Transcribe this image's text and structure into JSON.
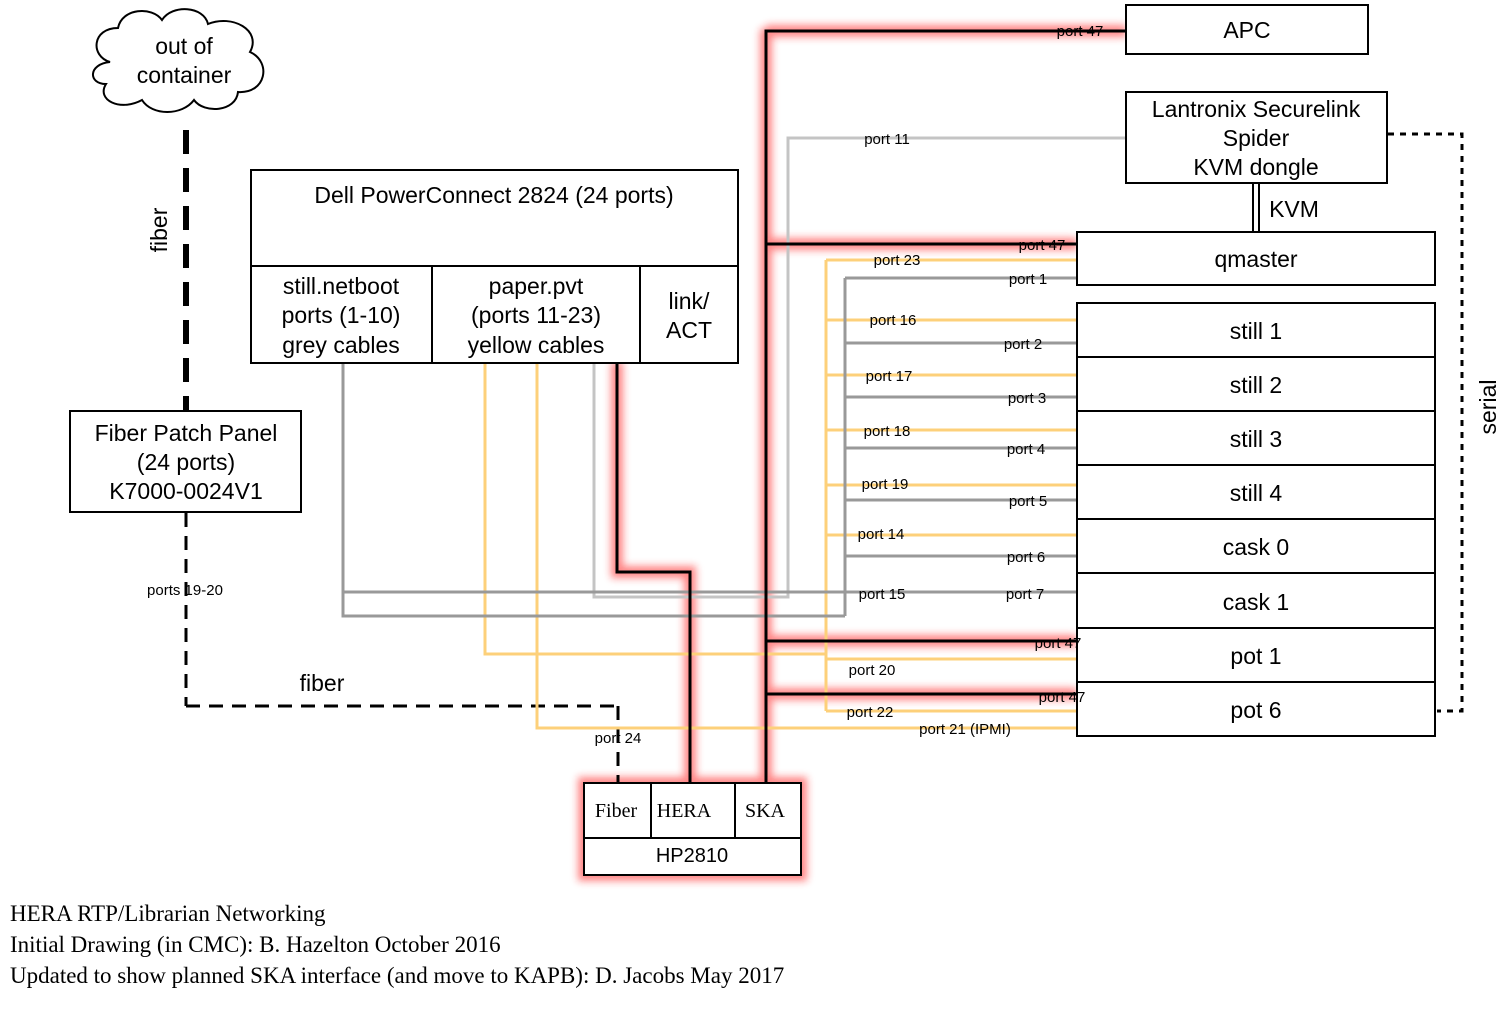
{
  "cloud": {
    "line1": "out of",
    "line2": "container"
  },
  "labels": {
    "fiber_vertical": "fiber",
    "fiber_horizontal": "fiber",
    "serial": "serial",
    "kvm": "KVM"
  },
  "dell": {
    "title": "Dell PowerConnect 2824 (24 ports)",
    "still_netboot": [
      "still.netboot",
      "ports (1-10)",
      "grey cables"
    ],
    "paper_pvt": [
      "paper.pvt",
      "(ports 11-23)",
      "yellow cables"
    ],
    "link_act": [
      "link/",
      "ACT"
    ]
  },
  "fiber_panel": [
    "Fiber Patch Panel",
    "(24 ports)",
    "K7000-0024V1"
  ],
  "hp2810": {
    "name": "HP2810",
    "ports": [
      "Fiber",
      "HERA",
      "SKA"
    ]
  },
  "apc": "APC",
  "lantronix": [
    "Lantronix Securelink",
    "Spider",
    "KVM dongle"
  ],
  "nodes": [
    "qmaster",
    "still 1",
    "still 2",
    "still 3",
    "still 4",
    "cask 0",
    "cask 1",
    "pot 1",
    "pot 6"
  ],
  "port_labels": {
    "apc": "port 47",
    "lantronix": "port 11",
    "qmaster_ska": "port 47",
    "qmaster_yellow": "port 23",
    "qmaster_grey": "port 1",
    "still1_yellow": "port 16",
    "still1_grey": "port 2",
    "still2_yellow": "port 17",
    "still2_grey": "port 3",
    "still3_yellow": "port 18",
    "still3_grey": "port 4",
    "still4_yellow": "port 19",
    "still4_grey": "port 5",
    "cask0_yellow": "port 14",
    "cask0_grey": "port 6",
    "cask1_yellow": "port 15",
    "cask1_grey": "port 7",
    "pot1_ska": "port 47",
    "pot1_yellow": "port 20",
    "pot6_ska": "port 47",
    "pot6_yellow": "port 22",
    "ipmi": "port 21 (IPMI)",
    "hp_fiber": "port 24",
    "panel_ports": "ports 19-20"
  },
  "footer": [
    "HERA RTP/Librarian Networking",
    "Initial Drawing (in CMC): B. Hazelton October 2016",
    "Updated to show planned SKA interface (and move to KAPB): D. Jacobs May 2017"
  ],
  "colors": {
    "grey_cable": "#999999",
    "light_grey_cable": "#c4c4c4",
    "yellow_cable": "#fdd07a",
    "highlight_glow": "#ff0000"
  }
}
